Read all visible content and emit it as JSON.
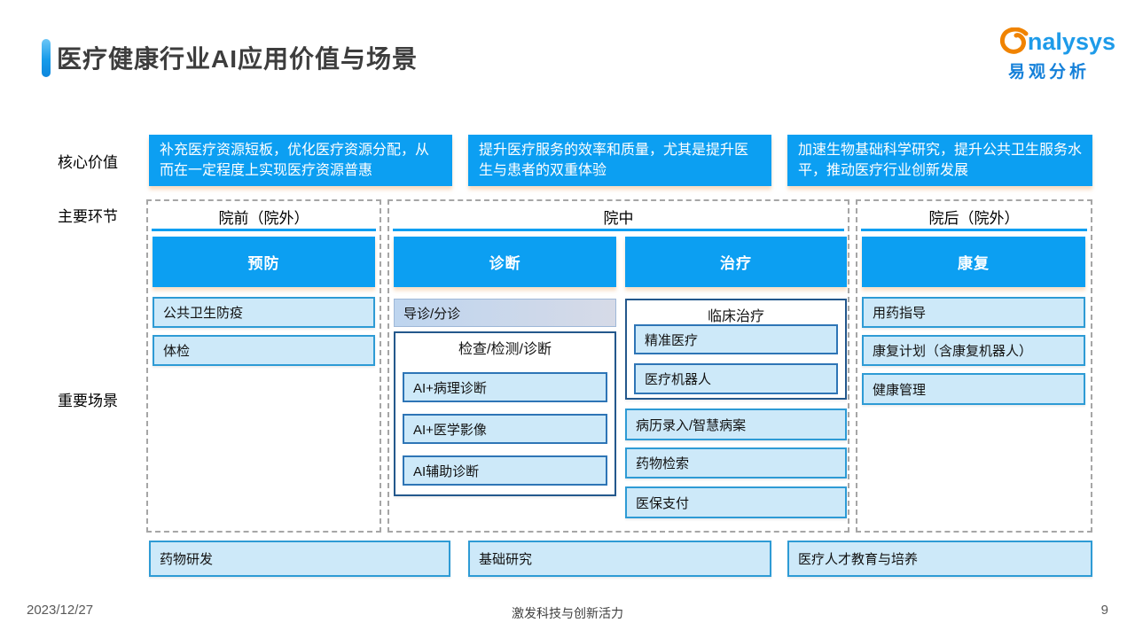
{
  "slide": {
    "title": "医疗健康行业AI应用价值与场景"
  },
  "logo": {
    "brand_rest": "nalysys",
    "brand_cn": "易观分析"
  },
  "labels": {
    "core_value": "核心价值",
    "main_stages": "主要环节",
    "key_scenarios": "重要场景"
  },
  "core_values": [
    "补充医疗资源短板，优化医疗资源分配，从而在一定程度上实现医疗资源普惠",
    "提升医疗服务的效率和质量，尤其是提升医生与患者的双重体验",
    "加速生物基础科学研究，提升公共卫生服务水平，推动医疗行业创新发展"
  ],
  "stages": [
    {
      "title": "院前（院外）",
      "columns": [
        {
          "header": "预防",
          "items": [
            "公共卫生防疫",
            "体检"
          ]
        }
      ]
    },
    {
      "title": "院中",
      "columns": [
        {
          "header": "诊断",
          "special_item": "导诊/分诊",
          "group": {
            "title": "检查/检测/诊断",
            "items": [
              "AI+病理诊断",
              "AI+医学影像",
              "AI辅助诊断"
            ]
          }
        },
        {
          "header": "治疗",
          "group": {
            "title": "临床治疗",
            "items": [
              "精准医疗",
              "医疗机器人"
            ]
          },
          "items": [
            "病历录入/智慧病案",
            "药物检索",
            "医保支付"
          ]
        }
      ]
    },
    {
      "title": "院后（院外）",
      "columns": [
        {
          "header": "康复",
          "items": [
            "用药指导",
            "康复计划（含康复机器人）",
            "健康管理"
          ]
        }
      ]
    }
  ],
  "bottom_scenarios": [
    "药物研发",
    "基础研究",
    "医疗人才教育与培养"
  ],
  "footer": {
    "date": "2023/12/27",
    "slogan": "激发科技与创新活力",
    "page_number": "9"
  },
  "colors": {
    "accent_blue": "#0C9FF2",
    "light_blue_fill": "#CDE9F9",
    "item_border_blue": "#2E9BD5",
    "inner_border_blue": "#2E75B6",
    "group_border_navy": "#24588C",
    "triage_fill_start": "#BED5EF",
    "triage_fill_end": "#D6DAE7",
    "dashed_border_grey": "#A6A6A6",
    "logo_orange": "#F08300",
    "logo_blue": "#1E9BE9",
    "logo_cn_blue": "#1480D9",
    "title_text": "#3D3D3D"
  }
}
